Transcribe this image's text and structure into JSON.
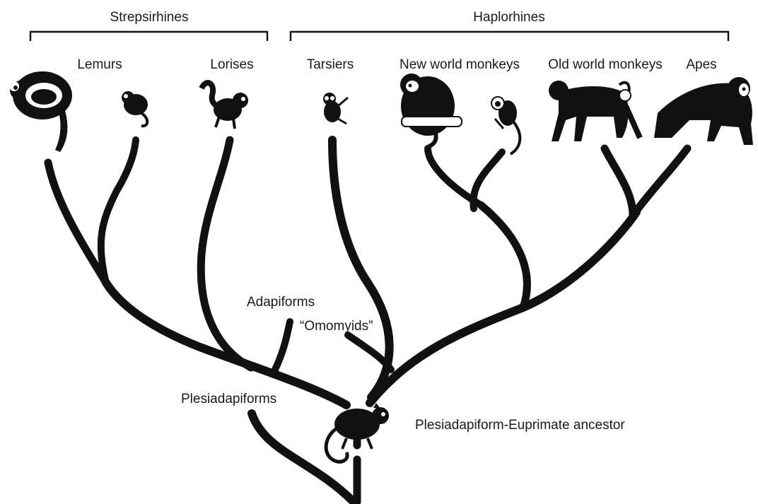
{
  "groups": {
    "strepsirhines": "Strepsirhines",
    "haplorhines": "Haplorhines"
  },
  "taxa": {
    "lemurs": "Lemurs",
    "lorises": "Lorises",
    "tarsiers": "Tarsiers",
    "new_world_monkeys": "New world monkeys",
    "old_world_monkeys": "Old world monkeys",
    "apes": "Apes"
  },
  "fossils": {
    "adapiforms": "Adapiforms",
    "omomyids": "“Omomyids”",
    "plesiadapiforms": "Plesiadapiforms"
  },
  "ancestor": "Plesiadapiform-Euprimate ancestor",
  "colors": {
    "ink": "#111111",
    "text": "#1a1a1a",
    "background": "#ffffff"
  }
}
